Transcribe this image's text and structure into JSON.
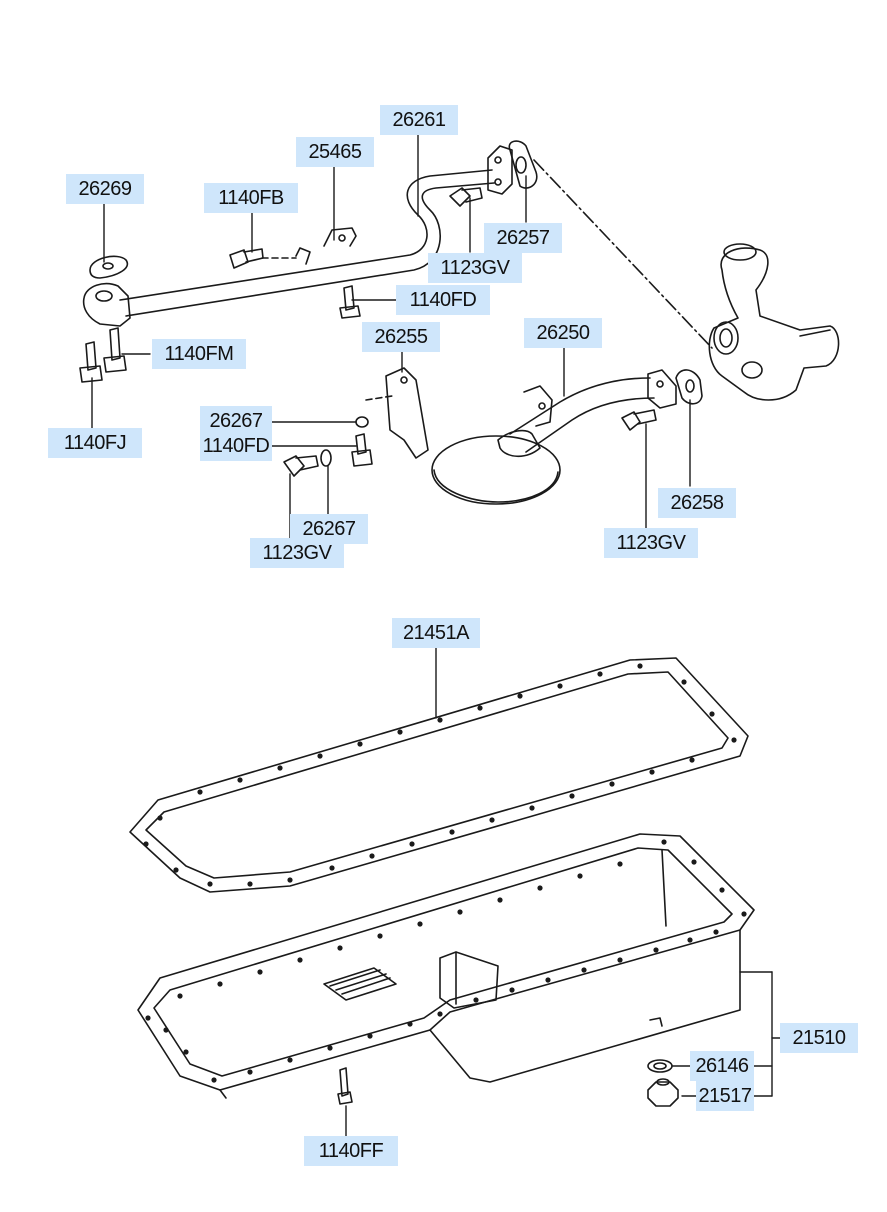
{
  "colors": {
    "label_background": "#cfe6fb",
    "line": "#1a1a1a"
  },
  "labels": {
    "p26261": "26261",
    "p25465": "25465",
    "p26269": "26269",
    "p1140FB": "1140FB",
    "p26257": "26257",
    "p1123GV_top": "1123GV",
    "p1140FD_top": "1140FD",
    "p1140FM": "1140FM",
    "p26255": "26255",
    "p26250": "26250",
    "p1140FJ": "1140FJ",
    "p26267_a": "26267",
    "p1140FD_mid": "1140FD",
    "p26258": "26258",
    "p26267_b": "26267",
    "p1123GV_left": "1123GV",
    "p1123GV_right": "1123GV",
    "p21451A": "21451A",
    "p21510": "21510",
    "p26146": "26146",
    "p21517": "21517",
    "p1140FF": "1140FF"
  }
}
